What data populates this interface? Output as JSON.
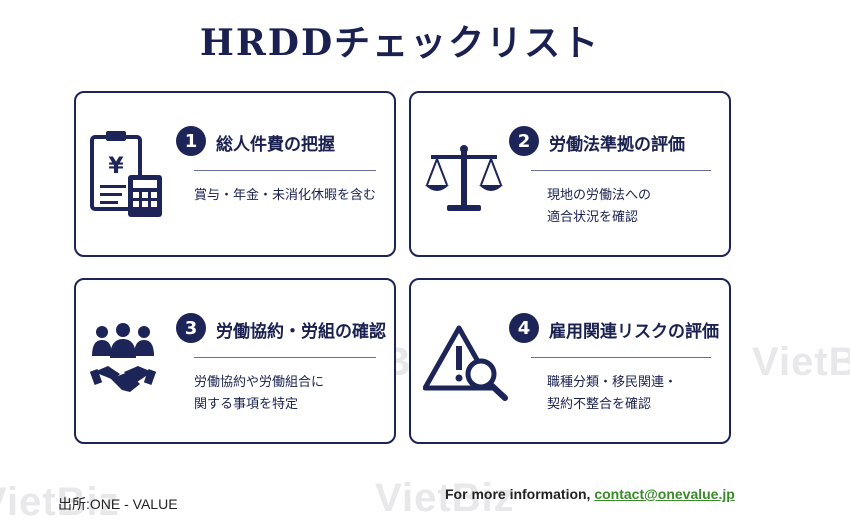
{
  "title": "HRDDチェックリスト",
  "cards": [
    {
      "number": "1",
      "title": "総人件費の把握",
      "desc": "賞与・年金・未消化休暇を含む"
    },
    {
      "number": "2",
      "title": "労働法準拠の評価",
      "desc": "現地の労働法への\n適合状況を確認"
    },
    {
      "number": "3",
      "title": "労働協約・労組の確認",
      "desc": "労働協約や労働組合に\n関する事項を特定"
    },
    {
      "number": "4",
      "title": "雇用関連リスクの評価",
      "desc": "職種分類・移民関連・\n契約不整合を確認"
    }
  ],
  "icons": [
    "invoice-calculator-icon",
    "scales-of-justice-icon",
    "people-handshake-icon",
    "warning-magnifier-icon"
  ],
  "watermark": "VietBiz",
  "footer": {
    "source": "出所:ONE - VALUE",
    "more_label": "For more information,",
    "email": "contact@onevalue.jp"
  },
  "colors": {
    "navy": "#1c2458",
    "link": "#3a8a2a"
  }
}
